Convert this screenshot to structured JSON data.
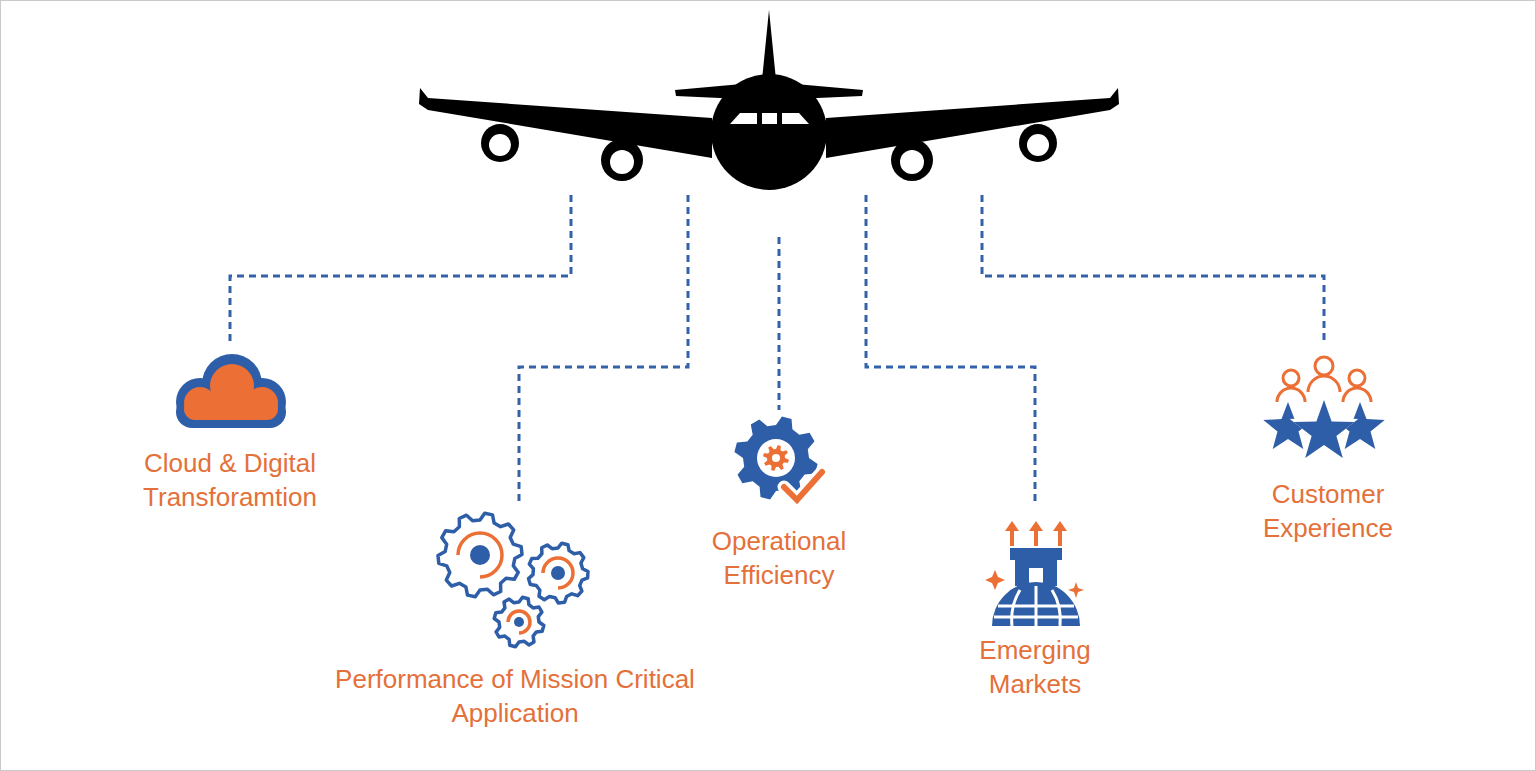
{
  "diagram": {
    "labels": [
      "Cloud & Digital Transforamtion",
      "Performance of Mission Critical Application",
      "Operational Efficiency",
      "Emerging Markets",
      "Customer Experience"
    ]
  }
}
